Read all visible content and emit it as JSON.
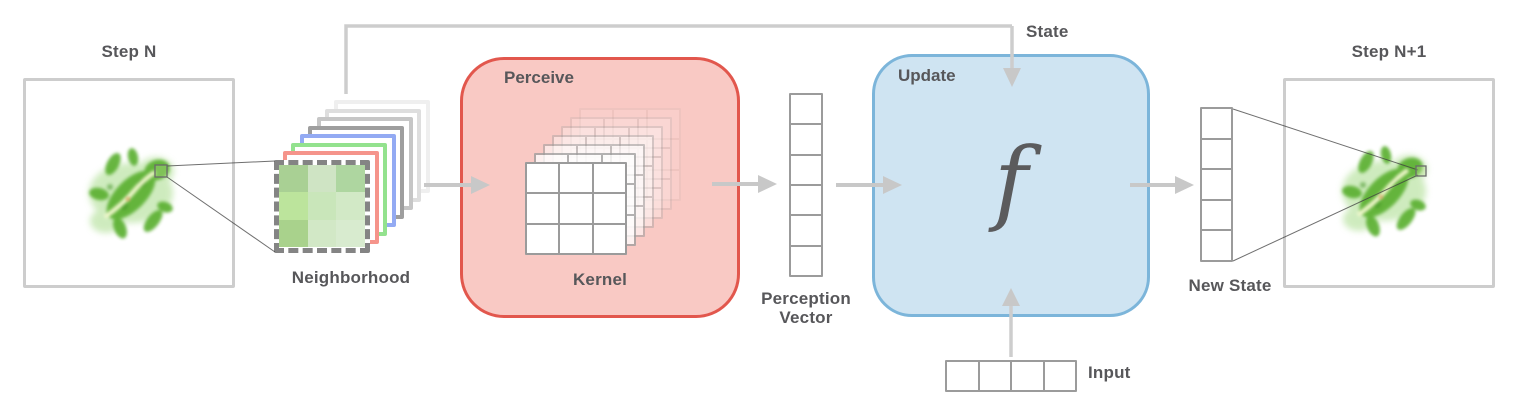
{
  "labels": {
    "step_n": "Step N",
    "step_n_plus_1": "Step N+1",
    "neighborhood": "Neighborhood",
    "perceive": "Perceive",
    "kernel": "Kernel",
    "perception_vector_line1": "Perception",
    "perception_vector_line2": "Vector",
    "update": "Update",
    "update_function": "f",
    "state": "State",
    "input": "Input",
    "new_state": "New State"
  },
  "colors": {
    "label_text": "#57575a",
    "arrow_gray": "#cdcdcd",
    "frame_border_gray": "#cdcdcd",
    "perceive_fill": "#f9c9c4",
    "perceive_border": "#e2574d",
    "update_fill": "#cfe4f2",
    "update_border": "#7cb5da",
    "cell_grid_line": "#9b9b9b",
    "zoom_line": "#3f3f3f",
    "neighborhood_dashed_border": "#848484",
    "neighborhood_layer_borders": [
      "#f5948b",
      "#93e28e",
      "#93aaf3",
      "#9e9e9e",
      "#c6c6c6",
      "#dedede",
      "#efefef"
    ],
    "neighborhood_pixels": [
      "#a9d094",
      "#cfe4c4",
      "#aed6a0",
      "#bce49c",
      "#c9e6ba",
      "#d2e9c6",
      "#a9d28c",
      "#d2e8c6",
      "#d8ebcf"
    ]
  },
  "structure": {
    "perception_vector_cells": 6,
    "new_state_cells": 5,
    "input_cells": 4,
    "kernel_layer_opacities": [
      1,
      0.75,
      0.55,
      0.4,
      0.28,
      0.18,
      0.1
    ],
    "kernel_grid": "3x3",
    "neighborhood_grid": "3x3"
  }
}
